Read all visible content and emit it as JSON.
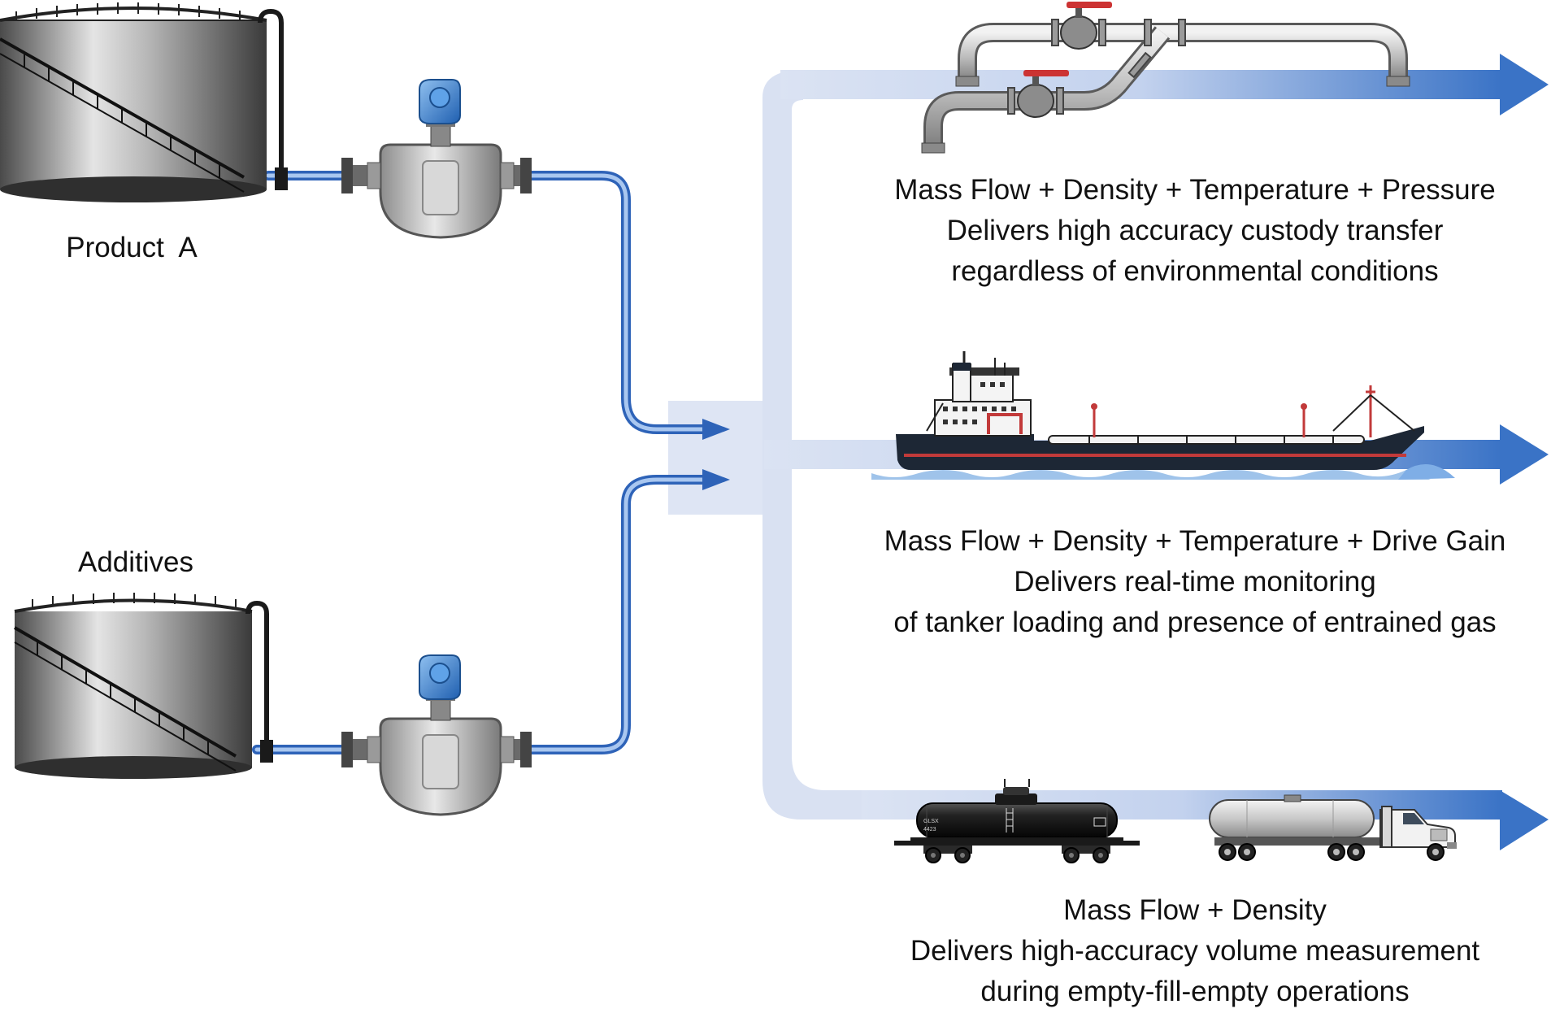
{
  "sources": [
    {
      "label": "Product  A"
    },
    {
      "label": "Additives"
    }
  ],
  "outputs": [
    {
      "lines": [
        "Mass Flow + Density + Temperature + Pressure",
        "Delivers high accuracy custody transfer",
        "regardless of environmental conditions"
      ]
    },
    {
      "lines": [
        "Mass Flow + Density + Temperature + Drive Gain",
        "Delivers real-time monitoring",
        "of tanker loading and presence of entrained gas"
      ]
    },
    {
      "lines": [
        "Mass Flow + Density",
        "Delivers high-accuracy volume measurement",
        "during empty-fill-empty operations"
      ]
    }
  ],
  "railcar": {
    "marking_1": "GLSX",
    "marking_2": "4423"
  },
  "colors": {
    "flow_light": "#d6dff2",
    "flow_dark": "#3a73c6",
    "pipe_blue": "#5b8fd8",
    "meter_head": "#3d7fcf",
    "ship_hull": "#1d2735",
    "ship_red": "#c23a3a",
    "valve_red": "#cc3333"
  }
}
